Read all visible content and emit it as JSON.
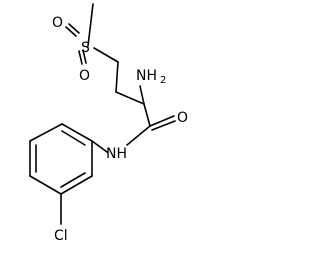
{
  "molecule": {
    "atoms": {
      "sulfur": "S",
      "sulfonyl_oxygen_1": "O",
      "sulfonyl_oxygen_2": "O",
      "amine_nitrogen": "NH",
      "amine_subscript": "2",
      "carbonyl_oxygen": "O",
      "amide_nh": "NH",
      "chlorine": "Cl"
    },
    "colors": {
      "bond": "#000000",
      "label": "#000000",
      "background": "#ffffff"
    }
  }
}
